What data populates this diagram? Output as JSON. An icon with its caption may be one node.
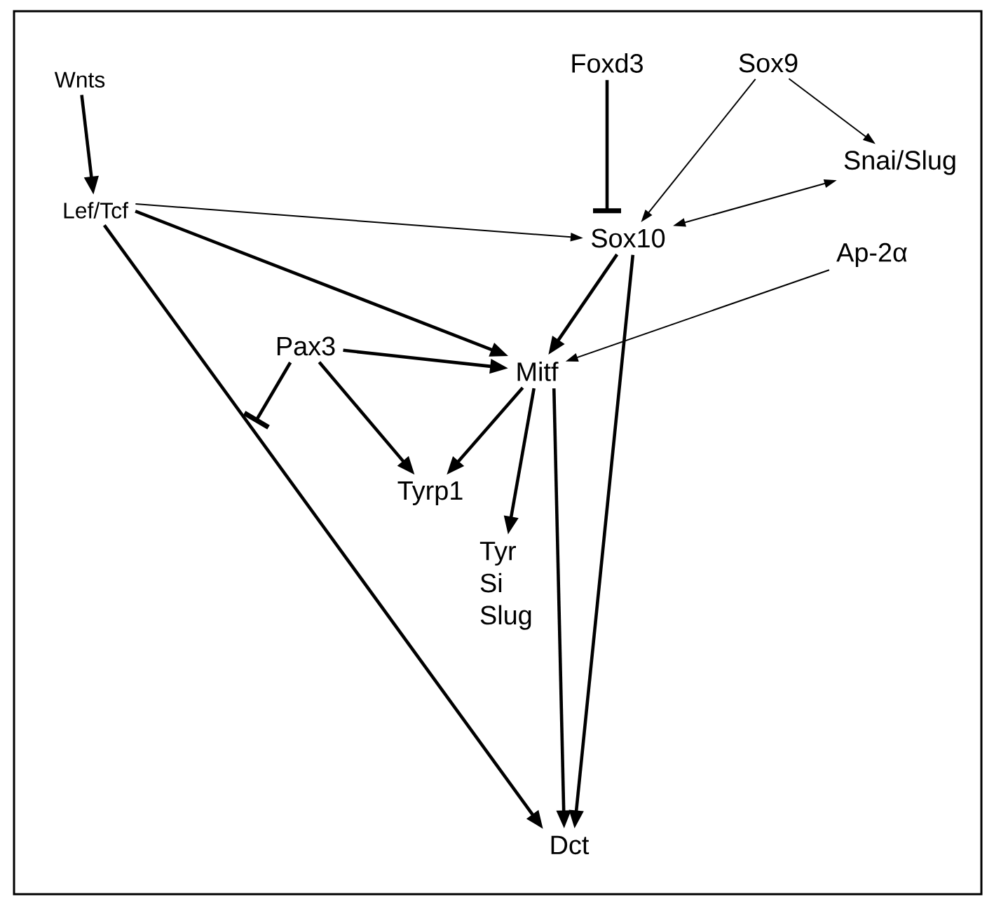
{
  "diagram": {
    "nodes": [
      {
        "text": [
          "Wnts"
        ]
      },
      {
        "text": [
          "Foxd3"
        ]
      },
      {
        "text": [
          "Sox9"
        ]
      },
      {
        "text": [
          "Lef/Tcf"
        ]
      },
      {
        "text": [
          "Snai/Slug"
        ]
      },
      {
        "text": [
          "Sox10"
        ]
      },
      {
        "text": [
          "Ap-2α"
        ]
      },
      {
        "text": [
          "Pax3"
        ]
      },
      {
        "text": [
          "Mitf"
        ]
      },
      {
        "text": [
          "Tyrp1"
        ]
      },
      {
        "text": [
          "Tyr Si Slug"
        ]
      },
      {
        "text": [
          "Dct"
        ]
      }
    ],
    "edges": [
      {
        "from": 0,
        "to": 3,
        "arrow": "to"
      },
      {
        "from": 1,
        "to": 5,
        "arrow": "other"
      },
      {
        "from": 2,
        "to": 5,
        "arrow": "to"
      },
      {
        "from": 2,
        "to": 4,
        "arrow": "to"
      },
      {
        "from": 4,
        "to": 5,
        "arrow": "both"
      },
      {
        "from": 3,
        "to": 5,
        "arrow": "to"
      },
      {
        "from": 3,
        "to": 8,
        "arrow": "to"
      },
      {
        "from": 3,
        "to": 11,
        "arrow": "to"
      },
      {
        "from": 5,
        "to": 8,
        "arrow": "to"
      },
      {
        "from": 5,
        "to": 11,
        "arrow": "to"
      },
      {
        "from": 6,
        "to": 8,
        "arrow": "to"
      },
      {
        "from": 7,
        "to": 8,
        "arrow": "to"
      },
      {
        "from": 7,
        "to": null,
        "arrow": "other"
      },
      {
        "from": 7,
        "to": 9,
        "arrow": "to"
      },
      {
        "from": 8,
        "to": 9,
        "arrow": "to"
      },
      {
        "from": 8,
        "to": 10,
        "arrow": "to"
      },
      {
        "from": 8,
        "to": 11,
        "arrow": "to"
      }
    ]
  }
}
